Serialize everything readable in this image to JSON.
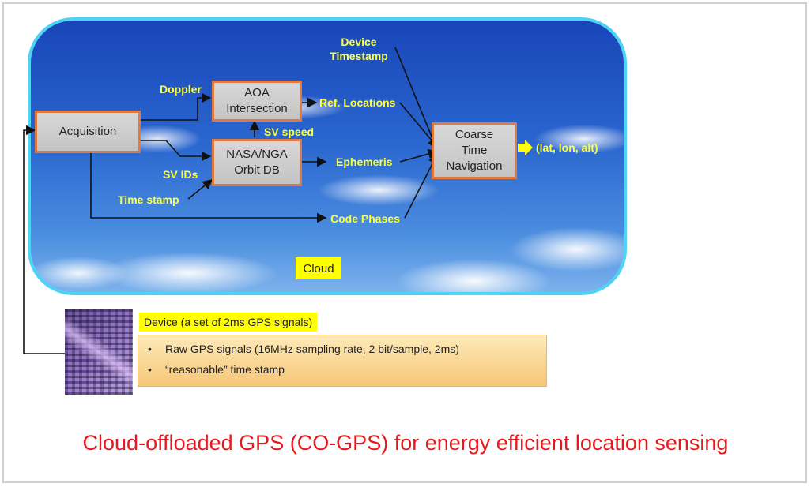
{
  "diagram": {
    "nodes": {
      "acquisition": "Acquisition",
      "aoa": "AOA\nIntersection",
      "orbit_db": "NASA/NGA\nOrbit DB",
      "coarse_nav": "Coarse\nTime\nNavigation"
    },
    "labels": {
      "doppler": "Doppler",
      "sv_speed": "SV speed",
      "sv_ids": "SV IDs",
      "time_stamp": "Time stamp",
      "device_timestamp": "Device\nTimestamp",
      "ref_locations": "Ref. Locations",
      "ephemeris": "Ephemeris",
      "code_phases": "Code Phases",
      "output": "(lat, lon, alt)"
    },
    "cloud_tag": "Cloud"
  },
  "device": {
    "title": "Device (a set of 2ms GPS signals)",
    "items": [
      "Raw GPS signals  (16MHz sampling rate, 2 bit/sample, 2ms)",
      "“reasonable” time stamp"
    ],
    "bullet": "•"
  },
  "caption": "Cloud-offloaded GPS (CO-GPS) for energy efficient location sensing",
  "colors": {
    "node_border": "#e07a3e",
    "label_yellow": "#ffff3c",
    "cloud_border": "#4fd3f5",
    "caption_red": "#e8191e"
  }
}
